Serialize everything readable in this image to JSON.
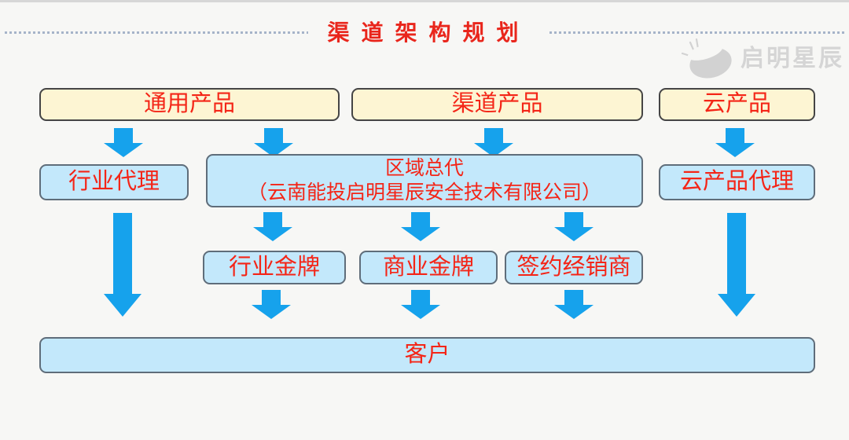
{
  "title": "渠 道 架 构 规 划",
  "logo": {
    "text": "启明星辰",
    "icon": "venus-swoosh-icon"
  },
  "colors": {
    "background": "#f7f7f5",
    "title_red": "#e9261c",
    "node_text_red": "#f42517",
    "node_yellow_fill": "#fdf5d3",
    "node_yellow_border": "#454545",
    "node_blue_fill": "#c3e8fb",
    "node_blue_border": "#5f6d7a",
    "arrow_blue": "#16a2ec",
    "dashed_rule": "#a6b3c9",
    "logo_gray": "#d5d5d5"
  },
  "nodes": {
    "general_products": "通用产品",
    "channel_products": "渠道产品",
    "cloud_products": "云产品",
    "industry_agent": "行业代理",
    "regional_distributor_line1": "区域总代",
    "regional_distributor_line2": "（云南能投启明星辰安全技术有限公司）",
    "cloud_product_agent": "云产品代理",
    "industry_gold": "行业金牌",
    "commercial_gold": "商业金牌",
    "contracted_reseller": "签约经销商",
    "customer": "客户"
  },
  "edges": [
    {
      "from": "通用产品",
      "to": "行业代理"
    },
    {
      "from": "通用产品",
      "to": "区域总代"
    },
    {
      "from": "渠道产品",
      "to": "区域总代"
    },
    {
      "from": "云产品",
      "to": "云产品代理"
    },
    {
      "from": "行业代理",
      "to": "客户"
    },
    {
      "from": "区域总代",
      "to": "行业金牌"
    },
    {
      "from": "区域总代",
      "to": "商业金牌"
    },
    {
      "from": "区域总代",
      "to": "签约经销商"
    },
    {
      "from": "行业金牌",
      "to": "客户"
    },
    {
      "from": "商业金牌",
      "to": "客户"
    },
    {
      "from": "签约经销商",
      "to": "客户"
    },
    {
      "from": "云产品代理",
      "to": "客户"
    }
  ]
}
